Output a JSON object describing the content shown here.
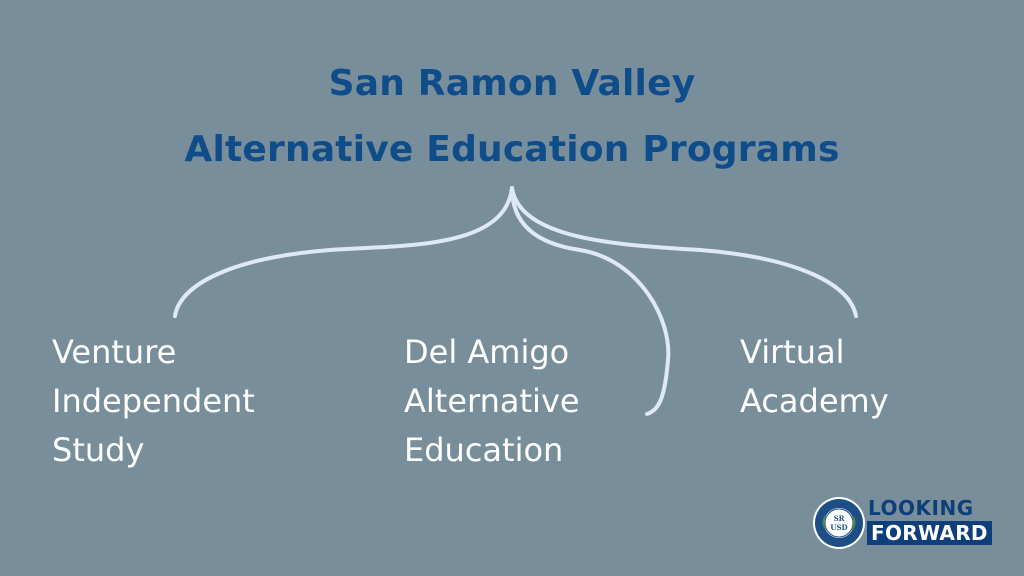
{
  "title": {
    "line1": "San Ramon Valley",
    "line2": "Alternative Education Programs"
  },
  "programs": [
    {
      "lines": [
        "Venture",
        "Independent",
        "Study"
      ]
    },
    {
      "lines": [
        "Del Amigo",
        "Alternative",
        "Education"
      ]
    },
    {
      "lines": [
        "Virtual",
        "Academy"
      ]
    }
  ],
  "logo": {
    "seal_text": "SR USD",
    "looking": "LOOKING",
    "forward": "FORWARD"
  },
  "colors": {
    "background": "#788f9b",
    "title": "#0f4c8a",
    "program_text": "#ffffff",
    "branch_lines": "#dfe8f5",
    "logo_blue": "#0f3f7a"
  }
}
